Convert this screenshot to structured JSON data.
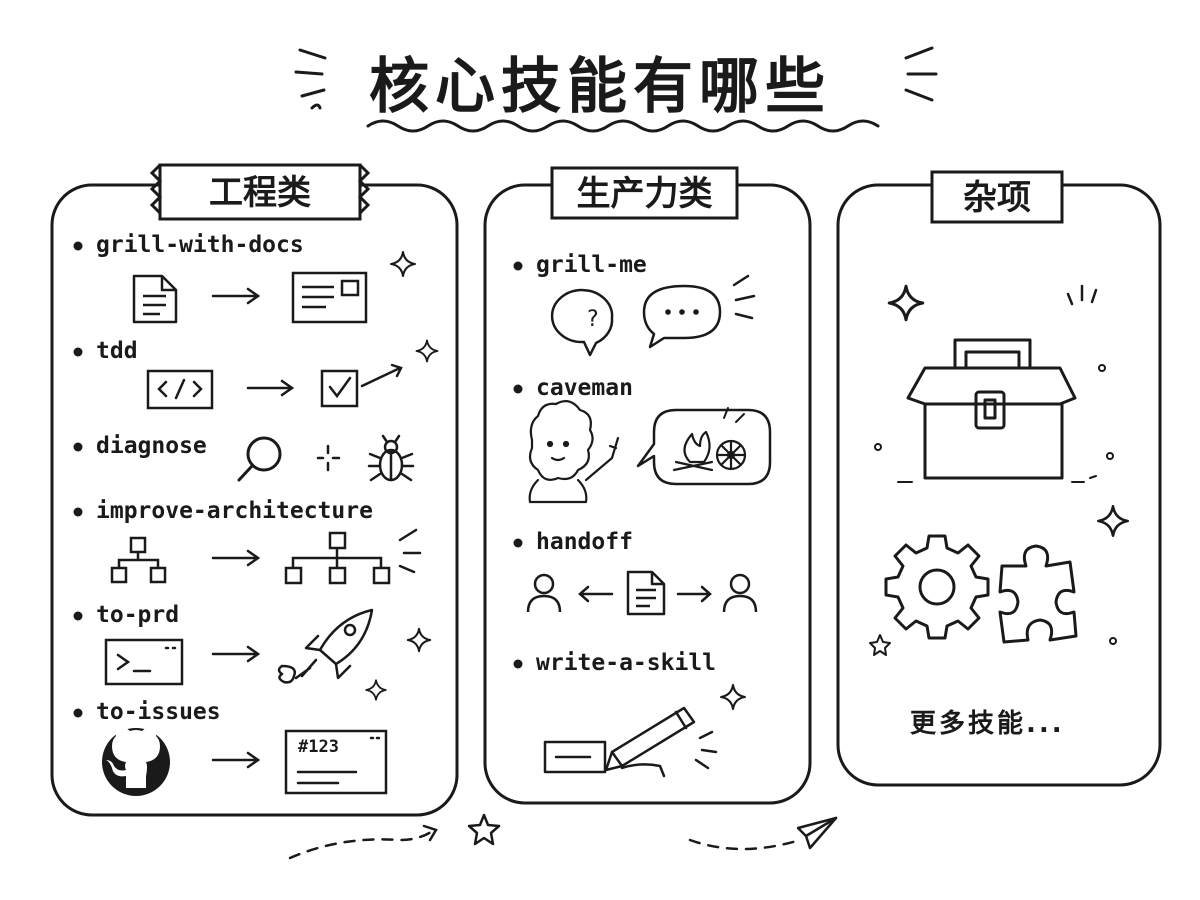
{
  "title": "核心技能有哪些",
  "columns": [
    {
      "tag": "工程类",
      "items": [
        "grill-with-docs",
        "tdd",
        "diagnose",
        "improve-architecture",
        "to-prd",
        "to-issues"
      ]
    },
    {
      "tag": "生产力类",
      "items": [
        "grill-me",
        "caveman",
        "handoff",
        "write-a-skill"
      ]
    },
    {
      "tag": "杂项",
      "more_text": "更多技能..."
    }
  ],
  "issue_number": "#123",
  "colors": {
    "ink": "#1a1a1a",
    "background": "#ffffff"
  }
}
